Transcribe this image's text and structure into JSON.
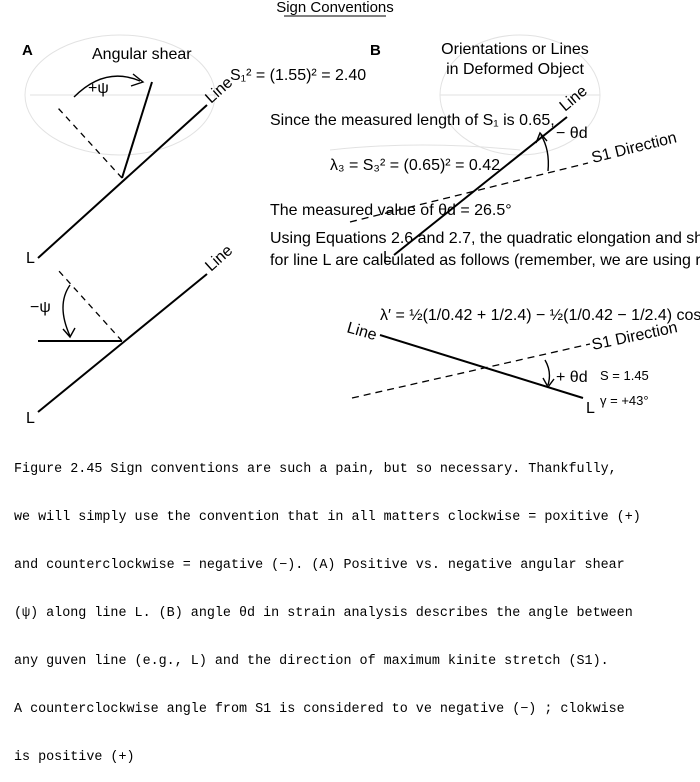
{
  "title": "Sign Conventions",
  "panel_a": {
    "letter": "A",
    "heading": "Angular shear",
    "upper": {
      "angle_label": "+ψ",
      "line_label": "Line",
      "end_label": "L"
    },
    "lower": {
      "angle_label": "−ψ",
      "line_label": "Line",
      "end_label": "L"
    }
  },
  "panel_b": {
    "letter": "B",
    "heading_line1": "Orientations or Lines",
    "heading_line2": "in Deformed Object",
    "upper": {
      "line_label": "Line",
      "angle_label": "− θd",
      "direction_label": "S1 Direction",
      "end_label": "L"
    },
    "lower": {
      "line_label": "Line",
      "angle_label": "+ θd",
      "direction_label": "S1 Direction",
      "end_label": "L"
    }
  },
  "caption": {
    "lines": [
      "Figure 2.45 Sign conventions are such a pain, but so necessary. Thankfully,",
      "we will simply use the convention that in all matters clockwise = poxitive (+)",
      "and counterclockwise = negative (−). (A) Positive vs. negative angular shear",
      "(ψ) along line L. (B) angle θd in strain analysis describes the angle between",
      "any guven line (e.g., L) and the direction of maximum kinite stretch (S1).",
      "A counterclockwise angle from S1 is considered to ve negative (−) ; clokwise",
      "is positive (+)"
    ]
  }
}
